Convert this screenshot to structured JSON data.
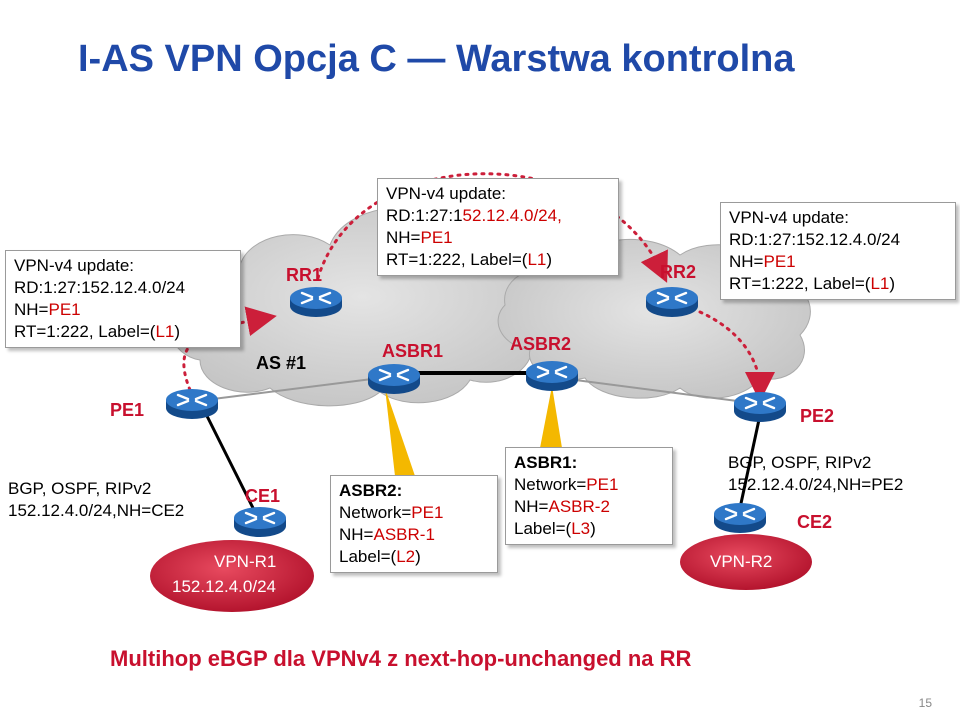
{
  "title": "I-AS VPN Opcja C — Warstwa kontrolna",
  "colors": {
    "title": "#1f49a8",
    "label": "#c8102e",
    "router": "#1a5ea8",
    "arrow": "#cc1f3a",
    "vpn": "#c8102e"
  },
  "routers": {
    "rr1": "RR1",
    "rr2": "RR2",
    "asbr1": "ASBR1",
    "asbr2": "ASBR2",
    "pe1": "PE1",
    "pe2": "PE2",
    "ce1": "CE1",
    "ce2": "CE2"
  },
  "as_label": "AS #1",
  "update_left": {
    "line1": "VPN-v4 update:",
    "line2_a": "RD:1:27:152.12.4.0/24",
    "line3_a": "NH=",
    "line3_b": "PE1",
    "line4_a": "RT=1:222, Label=(",
    "line4_b": "L1",
    "line4_c": ")"
  },
  "update_mid": {
    "line1": "VPN-v4 update:",
    "line2_a": "RD:1:27:1",
    "line2_b": "52.12.4.0/24,",
    "line3_a": "NH=",
    "line3_b": "PE1",
    "line4_a": "RT=1:222, Label=(",
    "line4_b": "L1",
    "line4_c": ")"
  },
  "update_right": {
    "line1": "VPN-v4 update:",
    "line2": "RD:1:27:152.12.4.0/24",
    "line3_a": "NH=",
    "line3_b": "PE1",
    "line4_a": "RT=1:222, Label=(",
    "line4_b": "L1",
    "line4_c": ")"
  },
  "asbr2_box": {
    "head": "ASBR2:",
    "line1_a": "Network=",
    "line1_b": "PE1",
    "line2_a": "NH=",
    "line2_b": "ASBR-1",
    "line3_a": "Label=(",
    "line3_b": "L2",
    "line3_c": ")"
  },
  "asbr1_box": {
    "head": "ASBR1:",
    "line1_a": "Network=",
    "line1_b": "PE1",
    "line2_a": "NH=",
    "line2_b": "ASBR-2",
    "line3_a": "Label=(",
    "line3_b": "L3",
    "line3_c": ")"
  },
  "left_info": {
    "line1": "BGP, OSPF, RIPv2",
    "line2": "152.12.4.0/24,NH=CE2"
  },
  "right_info": {
    "line1": "BGP, OSPF, RIPv2",
    "line2": "152.12.4.0/24,NH=PE2"
  },
  "vpn_r1": {
    "name": "VPN-R1",
    "net": "152.12.4.0/24"
  },
  "vpn_r2": {
    "name": "VPN-R2"
  },
  "footer": "Multihop eBGP dla VPNv4 z next-hop-unchanged na RR",
  "page_number": "15"
}
